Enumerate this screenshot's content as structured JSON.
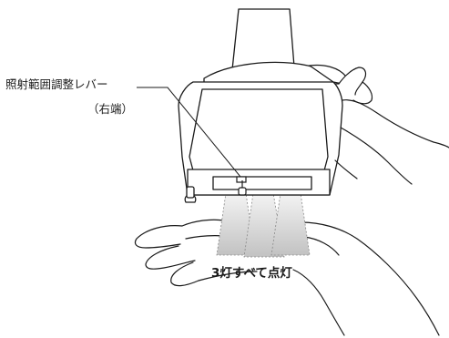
{
  "labels": {
    "lever": "照射範囲調整レバー",
    "lever_position": "（右端）",
    "lamps": "3灯すべて点灯"
  },
  "colors": {
    "ink": "#1a1a1a",
    "beam_light": "#f2f2f2",
    "beam_dark": "#c4c4c4",
    "background": "#ffffff"
  },
  "lamp_count": 3
}
